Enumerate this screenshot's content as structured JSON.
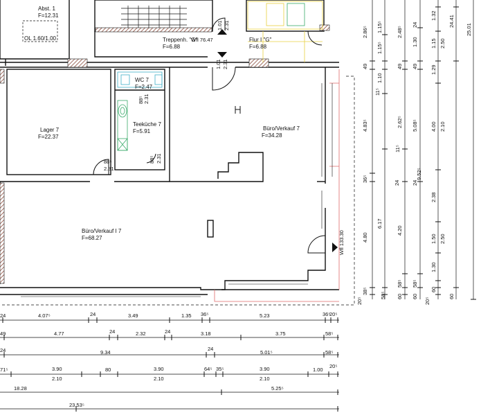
{
  "rooms": {
    "abst": {
      "name": "Abst. 1",
      "area": "F=12.31",
      "note": "OL 1.60/1.00"
    },
    "treppenhaus": {
      "name": "Treppenh. \"G\"",
      "area": "F=6.88"
    },
    "flur": {
      "name": "Flur I \"G\"",
      "area": "F=6.88"
    },
    "wc": {
      "name": "WC 7",
      "area": "F=2.47"
    },
    "teekueche": {
      "name": "Teeküche 7",
      "area": "F=5.91"
    },
    "lager": {
      "name": "Lager 7",
      "area": "F=22.37"
    },
    "buero_top": {
      "name": "Büro/Verkauf 7",
      "area": "F=34.28"
    },
    "buero_main": {
      "name": "Büro/Verkauf I 7",
      "area": "F=68.27"
    }
  },
  "marks": {
    "wfl1": "Wfl 76.47",
    "wfl2": "Wfl 133.30",
    "door_top_a": "1.01",
    "door_top_b": "2.31",
    "door_mid_a": "1.01",
    "door_mid_b": "2.31",
    "wc_door_a": "88⁵",
    "wc_door_b": "2.31",
    "tk_door_a": "88⁵",
    "tk_door_b": "2.31",
    "lager_door_a": "88⁵",
    "lager_door_b": "2.31"
  },
  "hdims": {
    "r1": [
      "24",
      "4.07⁵",
      "24",
      "3.49",
      "1.35",
      "36⁵",
      "5.23",
      "36⁵",
      "20⁵"
    ],
    "r2": [
      "49",
      "4.77",
      "24",
      "2.32",
      "24",
      "3.18",
      "3.75",
      "58⁵"
    ],
    "r3": [
      "24",
      "9.34",
      "24",
      "5.01⁵",
      "58⁵"
    ],
    "r4": [
      "71⁵",
      "3.90",
      "2.10",
      "80",
      "3.90",
      "2.10",
      "64⁵",
      "35⁵",
      "3.90",
      "2.10",
      "1.00",
      "20⁵"
    ],
    "r5": [
      "18.28",
      "5.25⁵"
    ],
    "r6": [
      "23.53⁵"
    ]
  },
  "vdims": {
    "c1": [
      "2.86⁵",
      "49",
      "4.83⁵",
      "36⁵",
      "4.80",
      "38⁵",
      "20⁵"
    ],
    "c2": [
      "1.15⁵",
      "1.15⁵",
      "1.10",
      "11⁵",
      "6.17",
      "58⁵"
    ],
    "c3": [
      "2.48⁵",
      "49",
      "2.62⁵",
      "11⁵",
      "24",
      "4.20",
      "58⁵",
      "60"
    ],
    "c4": [
      "24",
      "1.30",
      "49",
      "5.08⁵",
      "24",
      "9.52⁵",
      "58⁵",
      "60"
    ],
    "c5": [
      "1.32",
      "1.15",
      "1.29",
      "4.00",
      "2.38",
      "1.50",
      "1.30",
      "60",
      "20⁵"
    ],
    "c6": [
      "2.50",
      "2.10",
      "2.50",
      "60"
    ],
    "c7": [
      "24.41"
    ],
    "c8": [
      "25.01"
    ]
  },
  "colors": {
    "wall": "#111111",
    "hatch": "#8a4a3a",
    "red": "#e06a6a",
    "yellow": "#e8d040",
    "green": "#3aaa6a",
    "cyan": "#40b0c8"
  }
}
